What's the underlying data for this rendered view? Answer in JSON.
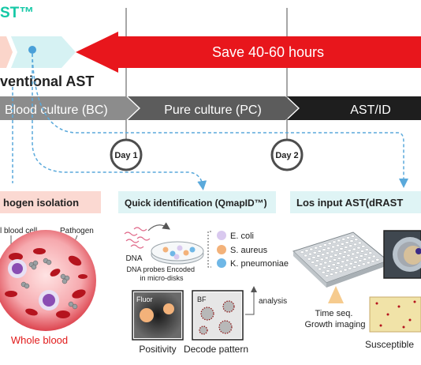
{
  "top": {
    "dras_label": "ST™",
    "save_banner": "Save 40-60 hours",
    "conventional_label": "ventional AST"
  },
  "timeline": {
    "stages": [
      "Blood culture (BC)",
      "Pure culture (PC)",
      "AST/ID"
    ],
    "days": [
      "Day 1",
      "Day 2"
    ]
  },
  "panels": {
    "pathogen": {
      "title": "hogen isolation",
      "label_cell": "l blood cell",
      "label_pathogen": "Pathogen",
      "caption": "Whole blood"
    },
    "identification": {
      "title": "Quick identification (QmapID™)",
      "dna_label": "DNA",
      "probes_label": "DNA probes Encoded in micro-disks",
      "species": [
        "E. coli",
        "S. aureus",
        "K. pneumoniae"
      ],
      "fluor_label": "Fluor",
      "bf_label": "BF",
      "analysis_label": "analysis",
      "positivity_label": "Positivity",
      "decode_label": "Decode pattern"
    },
    "ast": {
      "title": "Los input AST(dRAST",
      "imaging_label": "Time seq. Growth imaging",
      "susceptible_label": "Susceptible"
    }
  },
  "colors": {
    "teal": "#14c8a6",
    "red": "#e8161c",
    "grey1": "#8c8c8c",
    "grey2": "#5c5c5c",
    "black": "#1e1e1e",
    "pink_header": "#fbd9d2",
    "blue_header": "#dff4f5",
    "dash_blue": "#5aa9db"
  }
}
